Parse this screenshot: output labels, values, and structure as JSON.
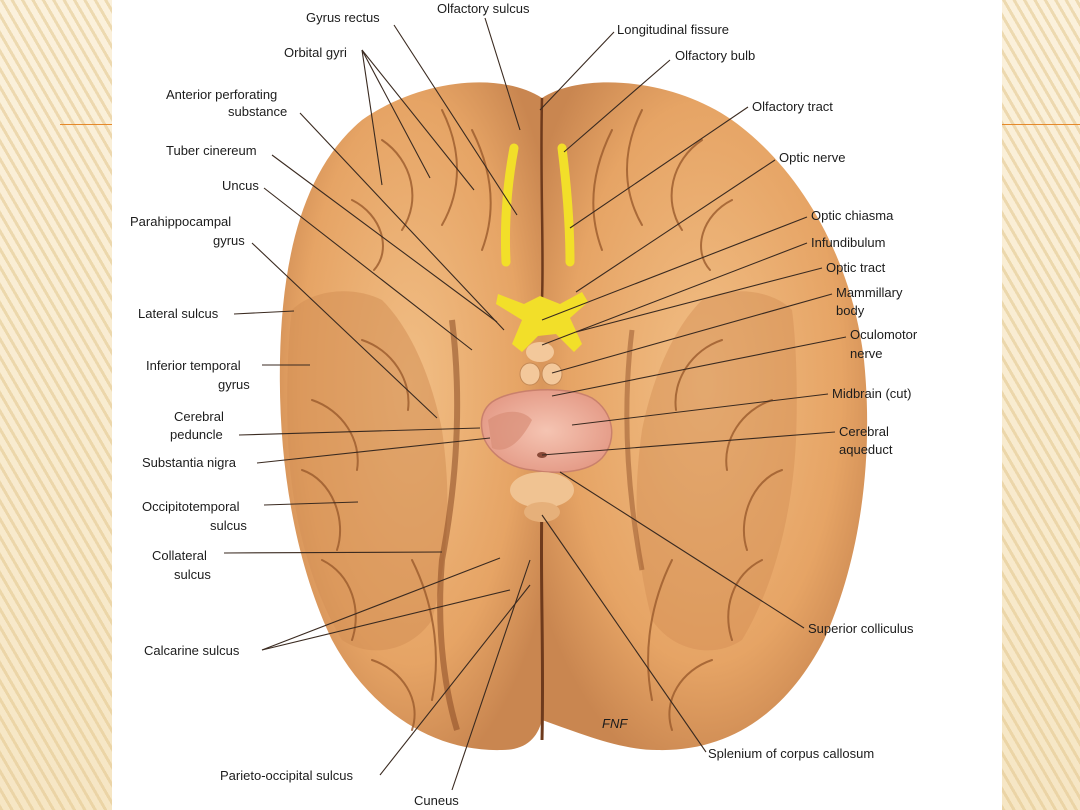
{
  "labels": {
    "olfactory_sulcus": "Olfactory sulcus",
    "gyrus_rectus": "Gyrus rectus",
    "longitudinal_fissure": "Longitudinal fissure",
    "orbital_gyri": "Orbital gyri",
    "olfactory_bulb": "Olfactory bulb",
    "anterior_perforating_1": "Anterior perforating",
    "anterior_perforating_2": "substance",
    "olfactory_tract": "Olfactory tract",
    "tuber_cinereum": "Tuber cinereum",
    "optic_nerve": "Optic nerve",
    "uncus": "Uncus",
    "parahippocampal_1": "Parahippocampal",
    "parahippocampal_2": "gyrus",
    "optic_chiasma": "Optic chiasma",
    "infundibulum": "Infundibulum",
    "optic_tract": "Optic tract",
    "lateral_sulcus": "Lateral sulcus",
    "mammillary_1": "Mammillary",
    "mammillary_2": "body",
    "oculomotor_1": "Oculomotor",
    "oculomotor_2": "nerve",
    "inferior_temporal_1": "Inferior temporal",
    "inferior_temporal_2": "gyrus",
    "midbrain": "Midbrain (cut)",
    "cerebral_peduncle_1": "Cerebral",
    "cerebral_peduncle_2": "peduncle",
    "cerebral_aqueduct_1": "Cerebral",
    "cerebral_aqueduct_2": "aqueduct",
    "substantia_nigra": "Substantia nigra",
    "occipitotemporal_1": "Occipitotemporal",
    "occipitotemporal_2": "sulcus",
    "collateral_1": "Collateral",
    "collateral_2": "sulcus",
    "superior_colliculus": "Superior colliculus",
    "calcarine_sulcus": "Calcarine sulcus",
    "splenium": "Splenium of corpus callosum",
    "parieto_occipital": "Parieto-occipital sulcus",
    "cuneus": "Cuneus",
    "signature": "FNF"
  },
  "colors": {
    "brain_fill": "#e8a96b",
    "brain_shadow": "#c98650",
    "sulcus": "#8a4a24",
    "nerves": "#f2df29",
    "midbrain": "#f0ab9a",
    "accent": "#e5892a"
  }
}
